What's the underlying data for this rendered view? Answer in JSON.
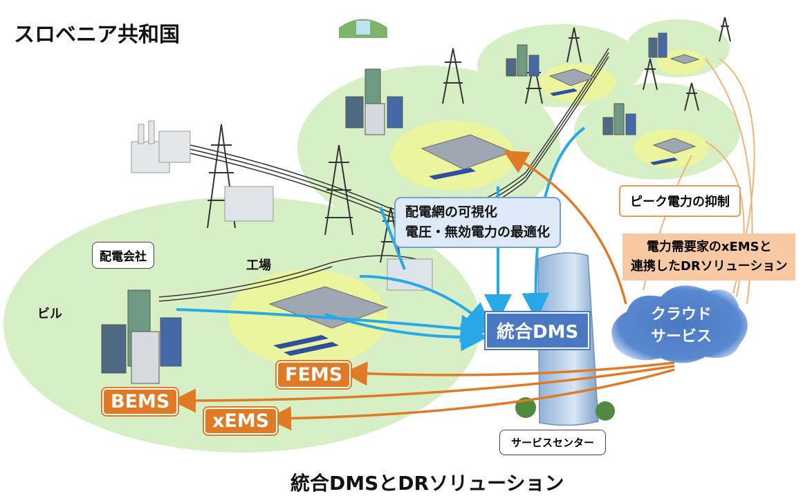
{
  "title": "スロベニア共和国",
  "caption": "統合DMSとDRソリューション",
  "labels": {
    "utility": "配電会社",
    "factory": "工場",
    "building": "ビル",
    "service_center": "サービスセンター",
    "integrated_dms": "統合DMS",
    "cloud_line1": "クラウド",
    "cloud_line2": "サービス",
    "peak_suppression": "ピーク電力の抑制",
    "grid_box_line1": "配電網の可視化",
    "grid_box_line2": "電圧・無効電力の最適化",
    "dr_box_line1": "電力需要家のxEMSと",
    "dr_box_line2": "連携したDRソリューション"
  },
  "ems": {
    "fems": "FEMS",
    "bems": "BEMS",
    "xems": "xEMS"
  },
  "colors": {
    "orange_accent": "#e07a24",
    "blue_arrow": "#29a8e8",
    "green_zone": "#d7efc4",
    "green_inner": "#eaf59e",
    "dms_blue": "#4a78c2"
  }
}
